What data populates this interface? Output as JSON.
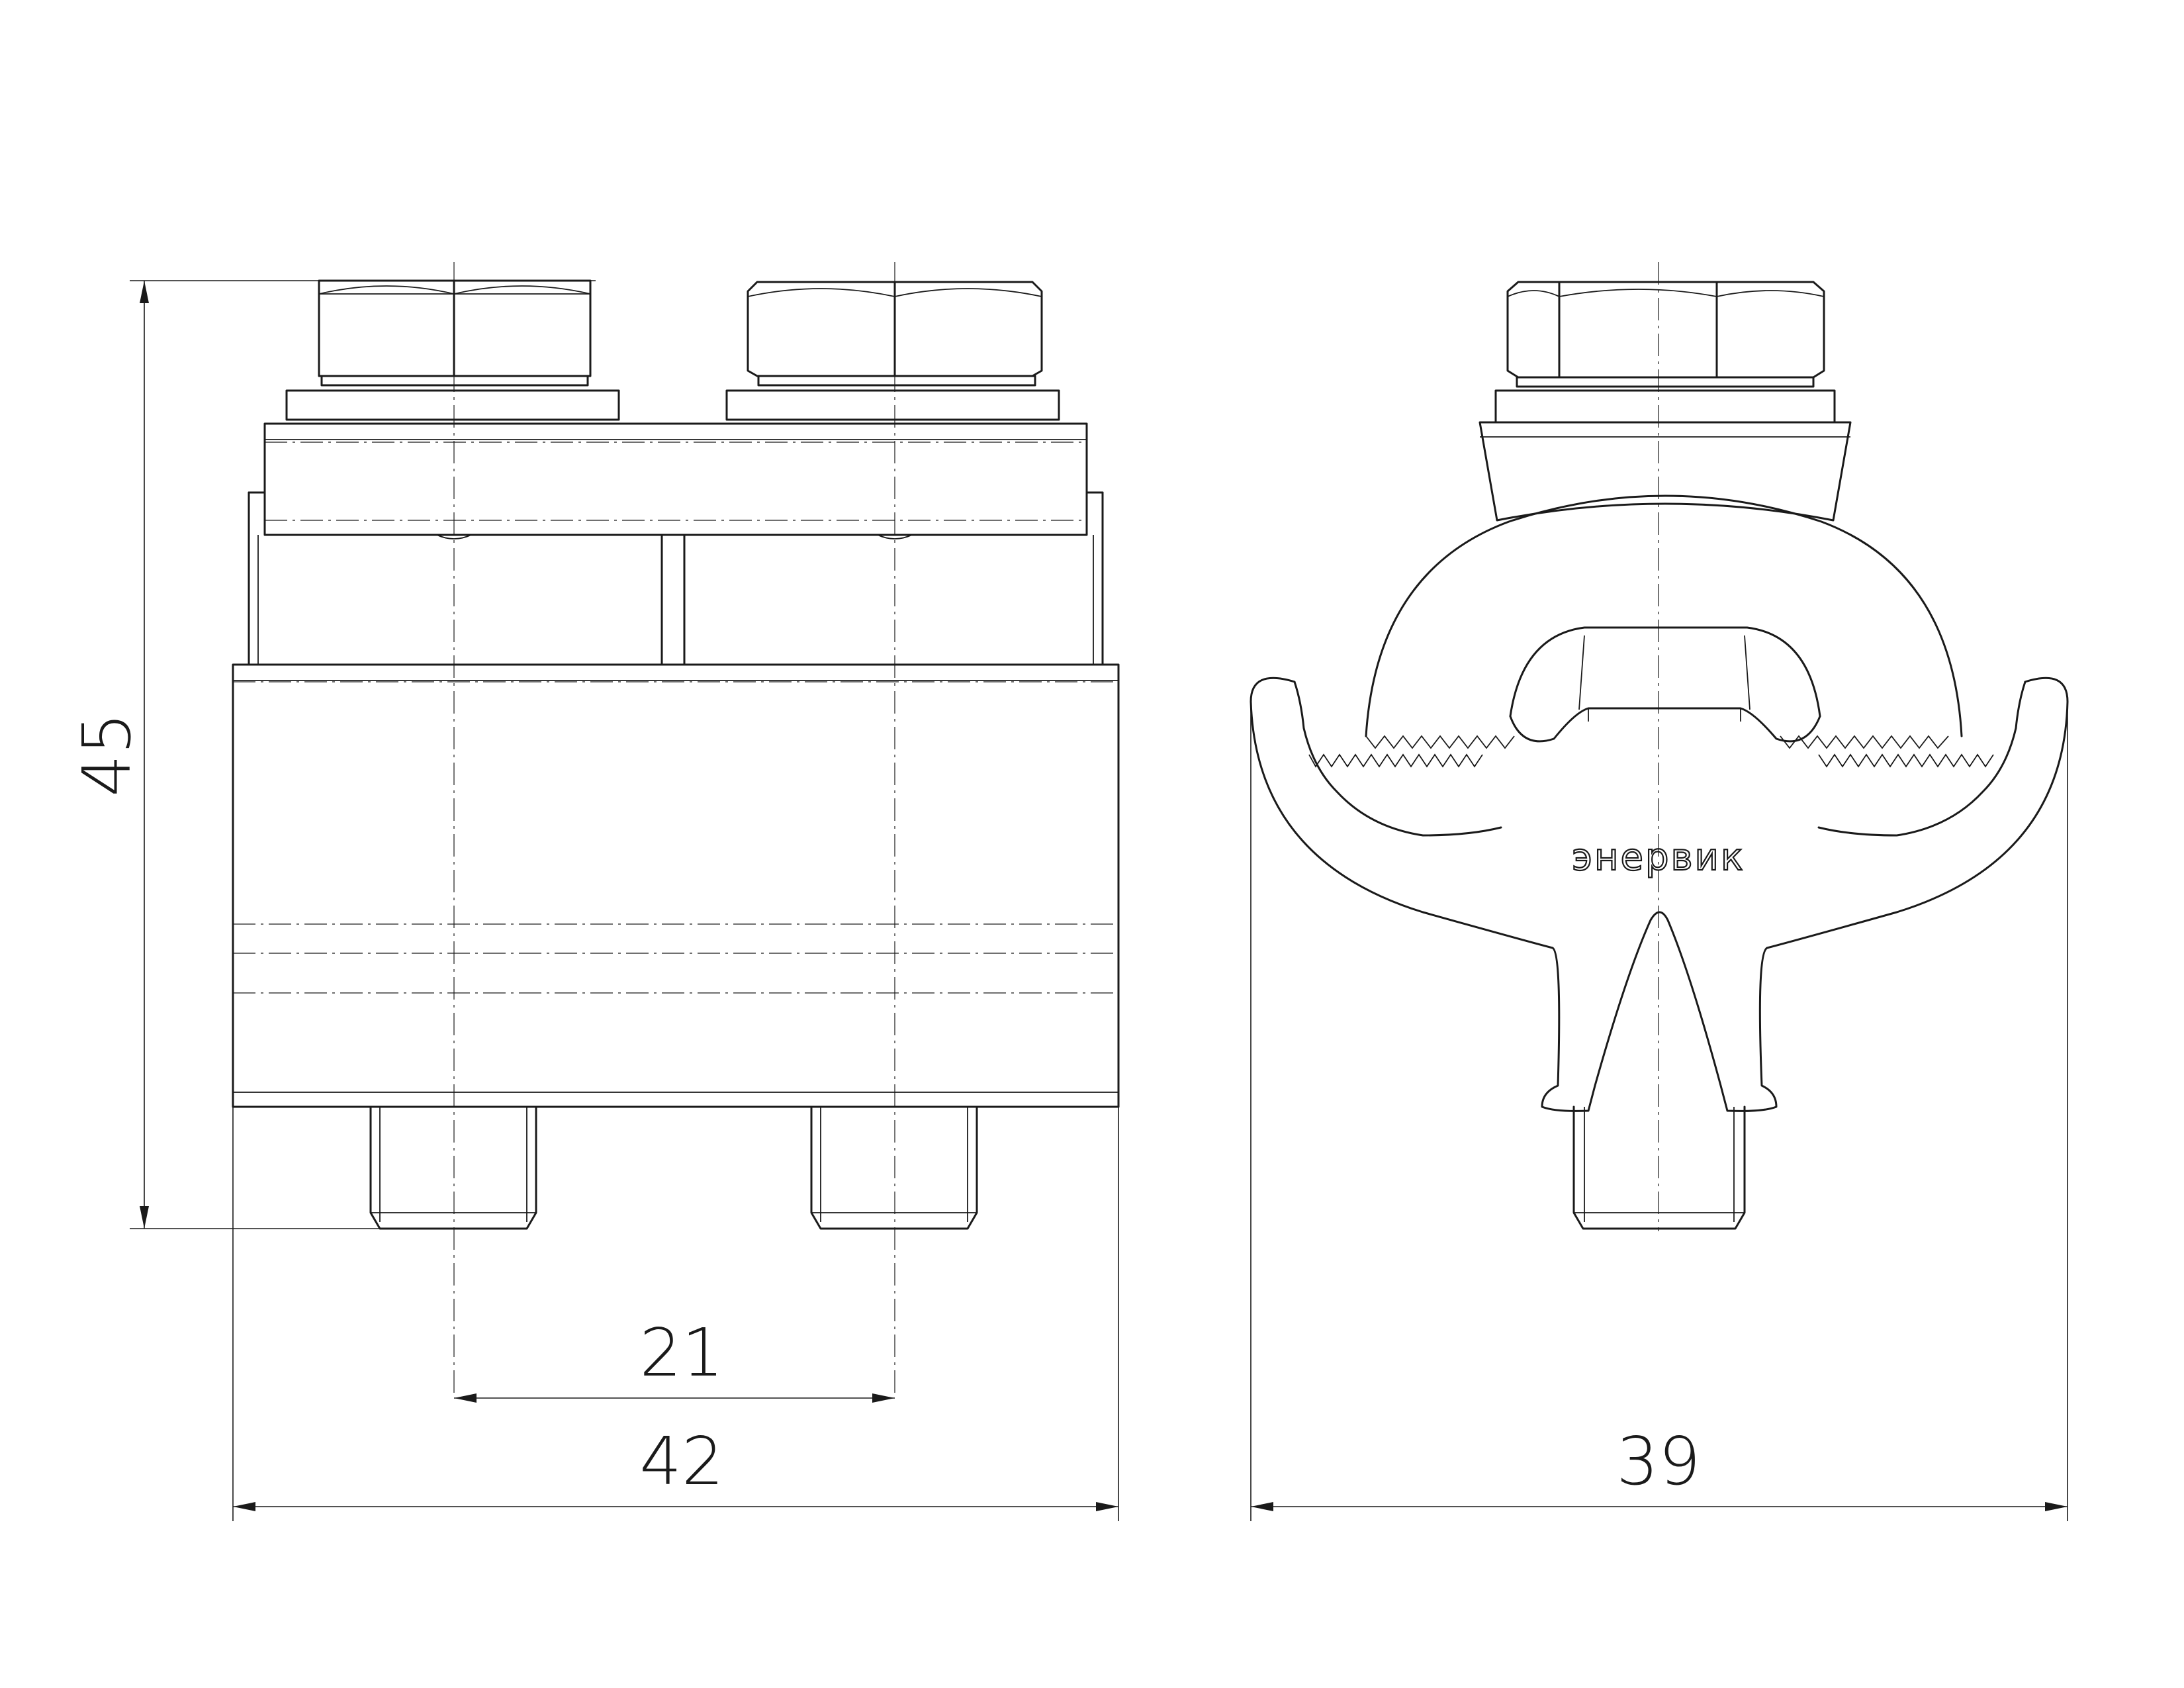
{
  "dimensions": {
    "height": "45",
    "bolt_spacing": "21",
    "width_front": "42",
    "width_side": "39"
  },
  "logo_text": "энервик",
  "colors": {
    "line": "#1a1a1a",
    "background": "#ffffff"
  }
}
